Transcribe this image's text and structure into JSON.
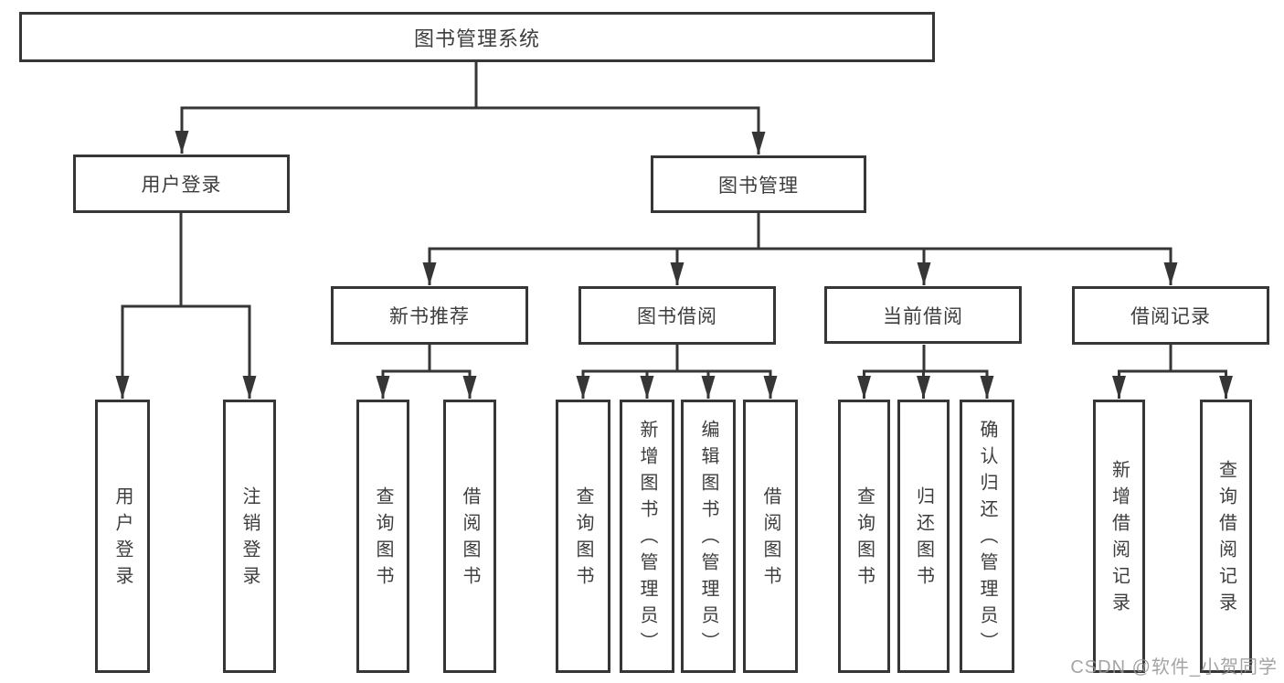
{
  "diagram": {
    "root": "图书管理系统",
    "branches": [
      {
        "id": "user-login",
        "label": "用户登录",
        "leaves": [
          "用户登录",
          "注销登录"
        ]
      },
      {
        "id": "book-mgmt",
        "label": "图书管理",
        "children": [
          {
            "id": "new-books",
            "label": "新书推荐",
            "leaves": [
              "查询图书",
              "借阅图书"
            ]
          },
          {
            "id": "book-borrow",
            "label": "图书借阅",
            "leaves": [
              "查询图书",
              "新增图书（管理员）",
              "编辑图书（管理员）",
              "借阅图书"
            ]
          },
          {
            "id": "current-borrow",
            "label": "当前借阅",
            "leaves": [
              "查询图书",
              "归还图书",
              "确认归还（管理员）"
            ]
          },
          {
            "id": "borrow-records",
            "label": "借阅记录",
            "leaves": [
              "新增借阅记录",
              "查询借阅记录"
            ]
          }
        ]
      }
    ]
  },
  "watermark": "CSDN @软件_小贺同学",
  "colors": {
    "line": "#363636",
    "box_border": "#363636",
    "text": "#3d3d3d",
    "watermark": "#949494",
    "background": "#ffffff"
  }
}
